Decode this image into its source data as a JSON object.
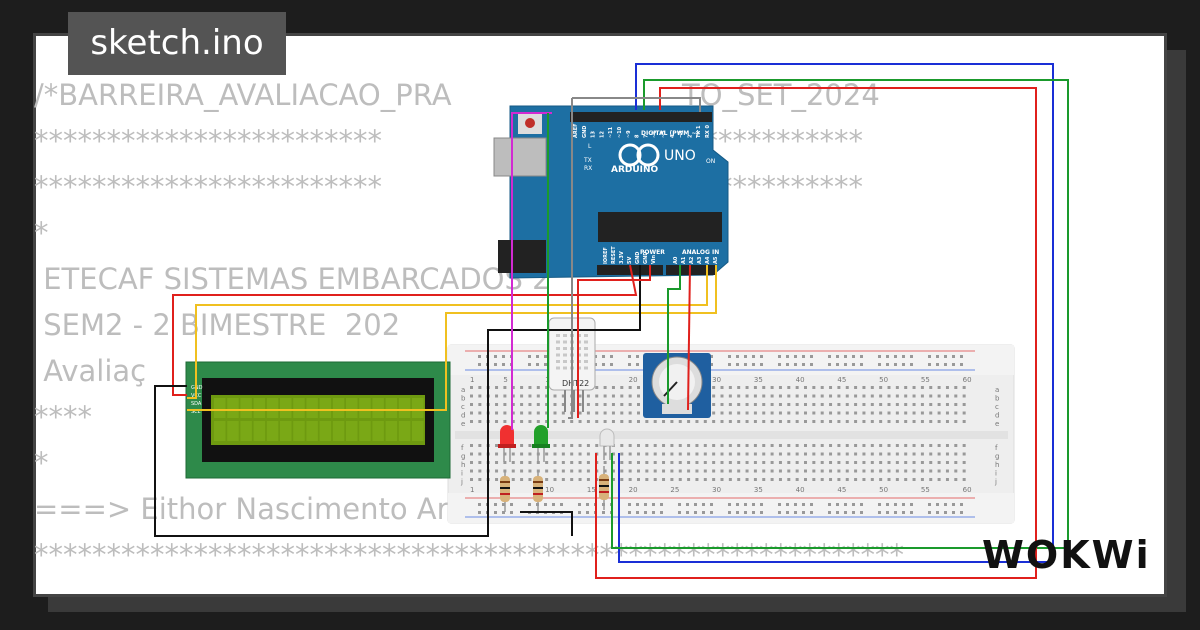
{
  "badge": {
    "filename": "sketch.ino"
  },
  "code_lines": [
    "/*BARREIRA_AVALIACAO_PRA                         TO_SET_2024",
    "************************                ***********************",
    "************************                ***********************",
    "*",
    " ETECAF SISTEMAS EMBARCADOS 2",
    " SEM2 - 2 BIMESTRE  202",
    " Avaliaç",
    "****                                                        ABAIXC",
    "*",
    "===> Eithor Nascimento Areias <===",
    "************************************************************"
  ],
  "logo": {
    "text": "WOKWi"
  },
  "board": {
    "name": "UNO",
    "brand": "ARDUINO",
    "header_digital": "DIGITAL (PWM ~)",
    "header_power": "POWER",
    "header_analog": "ANALOG IN",
    "pin_l": "L",
    "pin_tx": "TX",
    "pin_rx": "RX",
    "pin_on": "ON",
    "power_pins": [
      "IOREF",
      "RESET",
      "3.3V",
      "5V",
      "GND",
      "GND",
      "Vin"
    ],
    "analog_pins": [
      "A0",
      "A1",
      "A2",
      "A3",
      "A4",
      "A5"
    ],
    "digital_pins": [
      "AREF",
      "GND",
      "13",
      "12",
      "~11",
      "~10",
      "~9",
      "8",
      "7",
      "~6",
      "~5",
      "4",
      "~3",
      "2",
      "TX 1",
      "RX 0"
    ]
  },
  "sensor": {
    "label": "DHT22"
  },
  "lcd": {
    "pins": [
      "GND",
      "VCC",
      "SDA",
      "SCL"
    ]
  },
  "breadboard": {
    "col_numbers": [
      "1",
      "5",
      "10",
      "15",
      "20",
      "25",
      "30",
      "35",
      "40",
      "45",
      "50",
      "55",
      "60"
    ],
    "row_letters_top": [
      "a",
      "b",
      "c",
      "d",
      "e"
    ],
    "row_letters_bottom": [
      "f",
      "g",
      "h",
      "i",
      "j"
    ]
  },
  "colors": {
    "wire_red": "#e0201c",
    "wire_blue": "#1a2fd6",
    "wire_green": "#1a9a2c",
    "wire_yellow": "#f0c020",
    "wire_black": "#111111",
    "wire_magenta": "#d22ad2",
    "board_blue": "#1d6fa3",
    "lcd_green": "#5a8a10"
  }
}
